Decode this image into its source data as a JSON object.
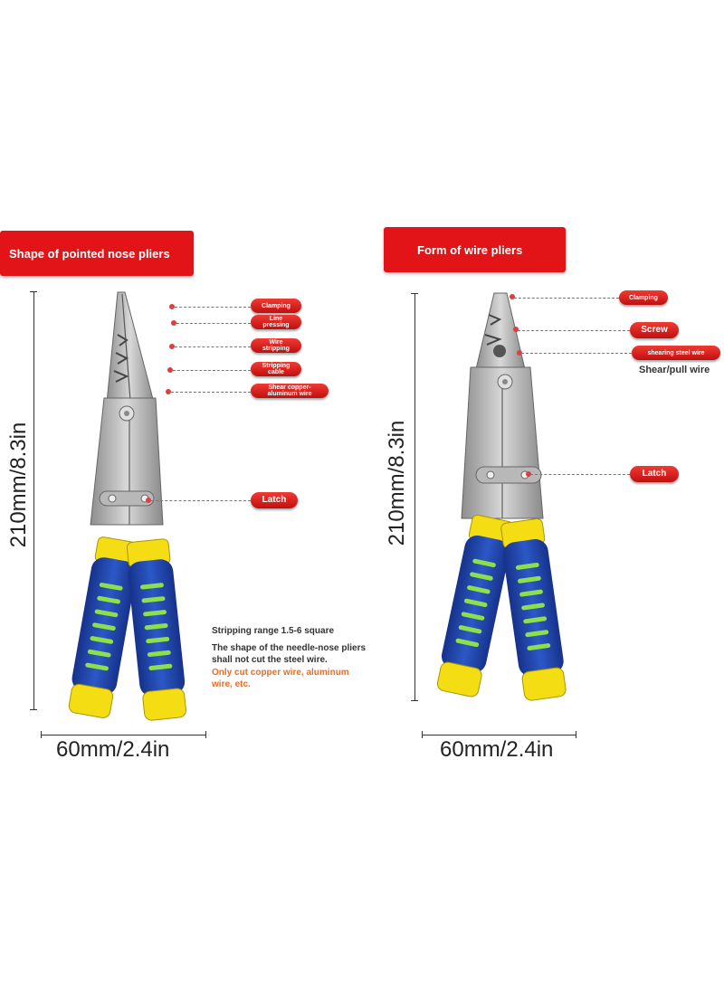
{
  "left": {
    "banner": "Shape of pointed nose pliers",
    "tags": [
      "Clamping",
      "Line pressing",
      "Wire stripping",
      "Stripping cable",
      "Shear copper-aluminum wire",
      "Latch"
    ],
    "height_dim": "210mm/8.3in",
    "width_dim": "60mm/2.4in",
    "notes": {
      "range": "Stripping range 1.5-6 square",
      "warning_line1": "The shape of the needle-nose pliers",
      "warning_line2": "shall not cut the steel wire.",
      "orange_line1": "Only cut copper wire, aluminum",
      "orange_line2": "wire, etc."
    }
  },
  "right": {
    "banner": "Form of wire pliers",
    "tags": [
      "Clamping",
      "Screw",
      "shearing steel wire",
      "Latch"
    ],
    "shear_note": "Shear/pull wire",
    "height_dim": "210mm/8.3in",
    "width_dim": "60mm/2.4in"
  },
  "colors": {
    "accent_red": "#e21418",
    "handle_blue": "#2146a8",
    "handle_yellow": "#f5dd14",
    "grip_green": "#8ee04a",
    "orange_note": "#f06a1e"
  },
  "icons": [
    "pointed-nose-pliers",
    "wire-pliers"
  ]
}
